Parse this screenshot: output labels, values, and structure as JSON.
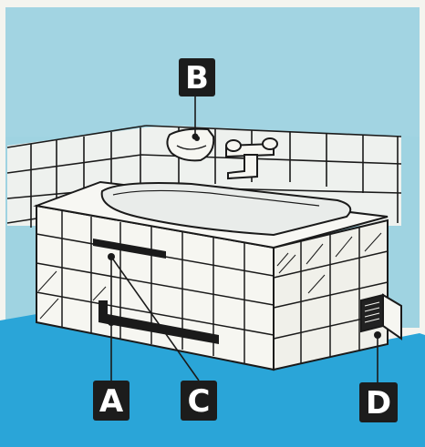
{
  "colors": {
    "wall": "#9fd3e1",
    "floor": "#2aa5d8",
    "tile": "#f6f6f1",
    "ink": "#1a1a1a",
    "badge": "#1c1c1c",
    "badge_text": "#ffffff"
  },
  "labels": {
    "a": "A",
    "b": "B",
    "c": "C",
    "d": "D"
  },
  "icons": {
    "basin": "sink-icon",
    "tap": "mixer-tap-icon",
    "hatch": "access-hatch-icon"
  }
}
